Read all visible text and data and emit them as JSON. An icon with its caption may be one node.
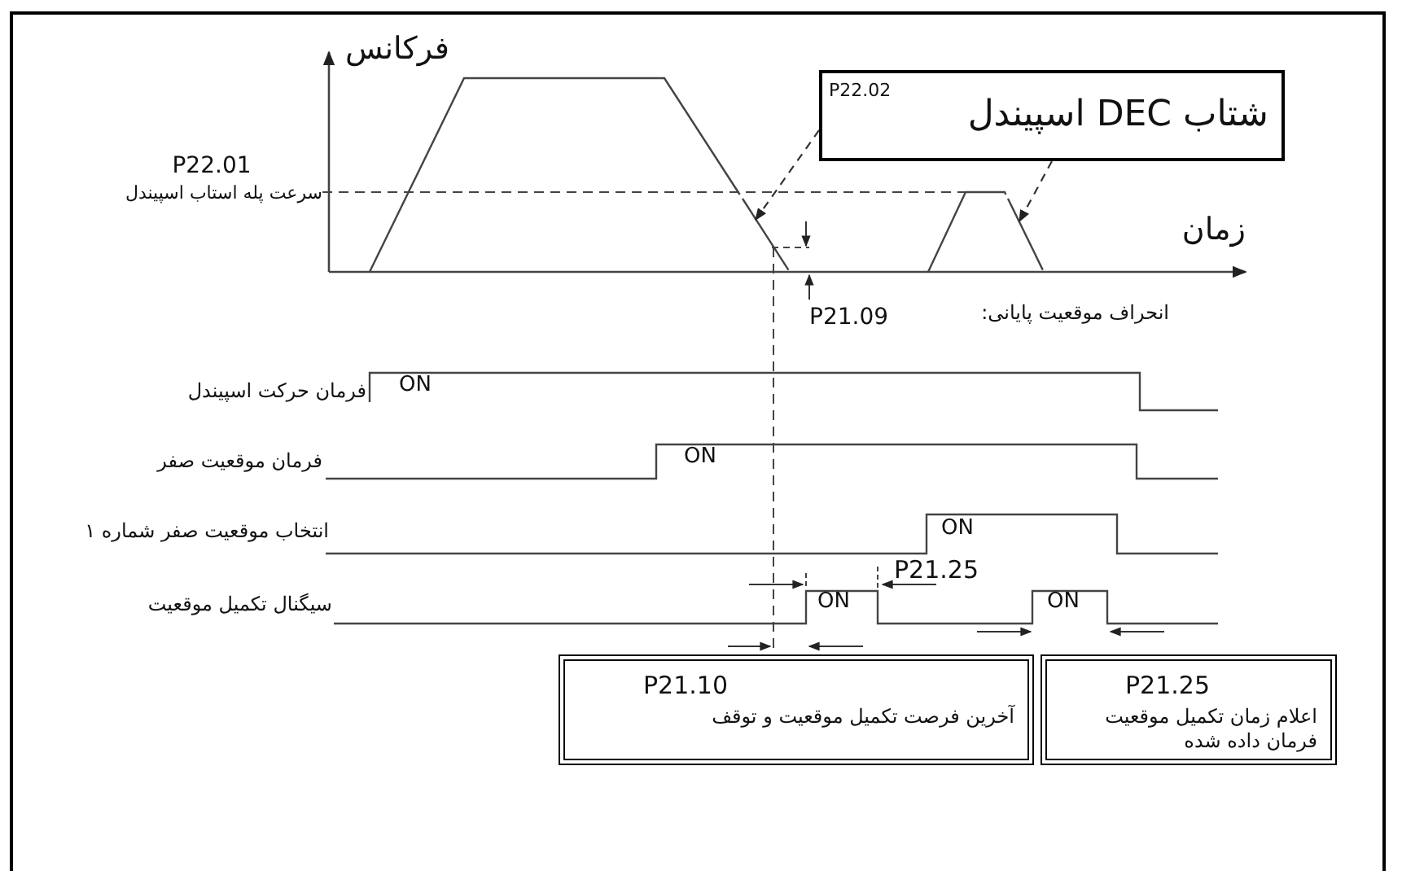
{
  "diagram": {
    "nodes": [
      {
        "text": [
          "P22.02",
          "شتاب DEC اسپیندل"
        ]
      },
      {
        "text": [
          "P21.10",
          "آخرین فرصت  تکمیل موقعیت و توقف"
        ]
      },
      {
        "text": [
          "P21.25",
          "اعلام زمان تکمیل موقعیت فرمان داده شده"
        ]
      },
      {
        "text": [],
        "shape": "line"
      },
      {
        "text": [],
        "shape": "line"
      }
    ],
    "edges": [
      {
        "from": 0,
        "to": 3,
        "arrow": "to",
        "style": "dashed"
      },
      {
        "from": 0,
        "to": 4,
        "arrow": "to",
        "style": "dashed"
      }
    ],
    "labels": [
      "فرکانس",
      "P22.01",
      "سرعت پله استاب اسپیندل",
      "زمان",
      "P21.09",
      "انحراف موقعیت پایانی:",
      "فرمان حرکت اسپیندل",
      "ON",
      "فرمان موقعیت صفر",
      "ON",
      "انتخاب موقعیت صفر شماره ۱",
      "ON",
      "P21.25",
      "سیگنال تکمیل موقعیت",
      "ON",
      "ON"
    ]
  }
}
